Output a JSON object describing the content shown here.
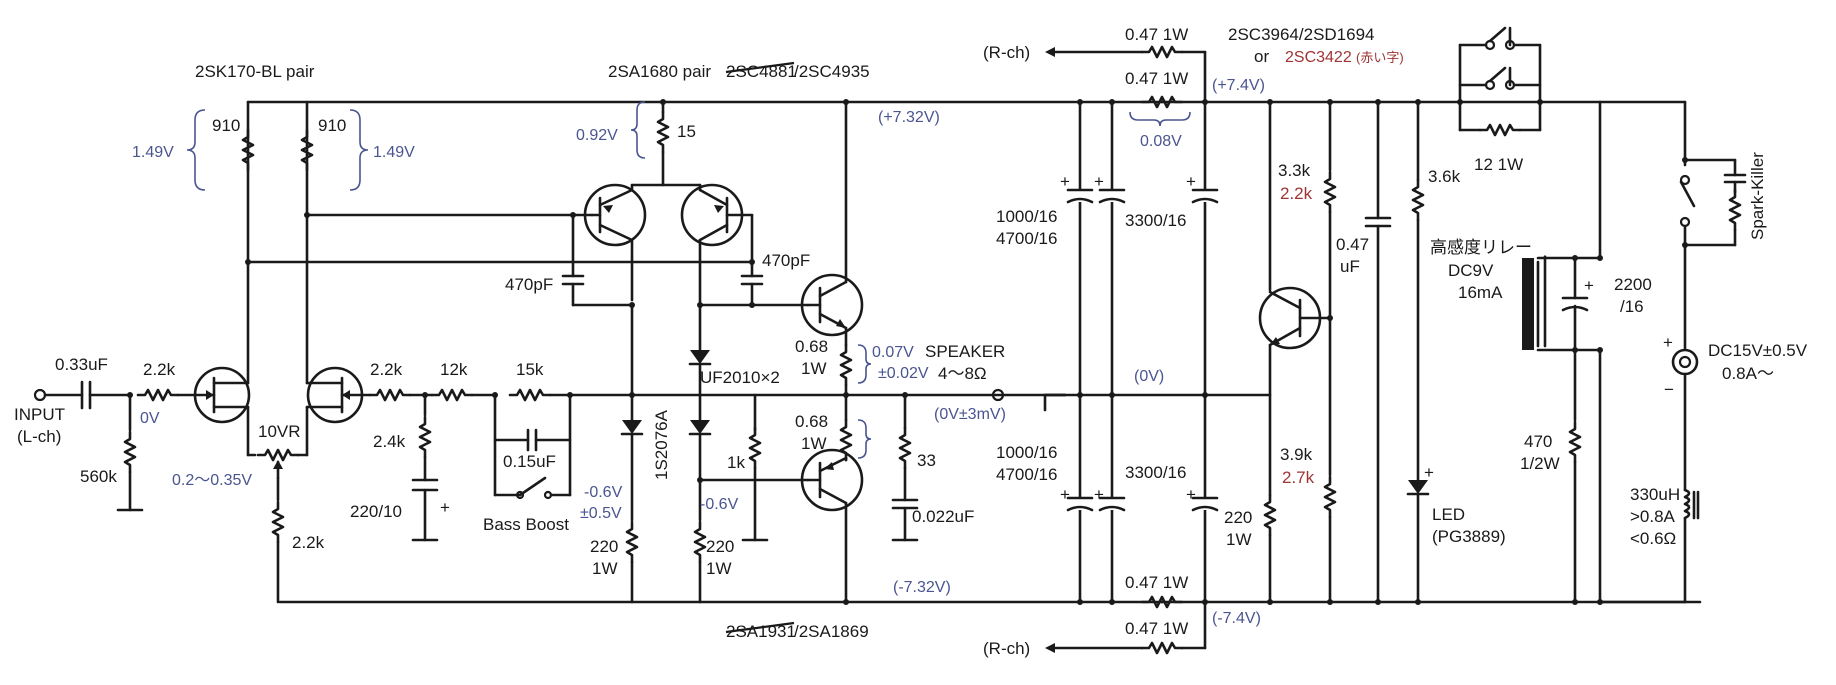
{
  "labels": {
    "jfet_pair": "2SK170-BL  pair",
    "pnp_pair": "2SA1680 pair",
    "drv_top_old": "2SC4881",
    "drv_top_new": "/2SC4935",
    "drv_bot_old": "2SA1931",
    "drv_bot_new": "/2SA1869",
    "reg_tr": "2SC3964/2SD1694",
    "reg_tr_or": "or",
    "reg_tr_alt": "2SC3422",
    "reg_tr_alt_note": "(赤い字)",
    "r_cap_top": "0.47 1W",
    "r_cap_top2": "0.47 1W",
    "r_cap_bot": "0.47 1W",
    "r_cap_bot2": "0.47 1W",
    "rch_top": "(R-ch)",
    "rch_bot": "(R-ch)",
    "r910a": "910",
    "r910b": "910",
    "r15": "15",
    "c470a": "470pF",
    "c470b": "470pF",
    "c033": "0.33uF",
    "r22a": "2.2k",
    "r22b": "2.2k",
    "r22c": "2.2k",
    "r12k": "12k",
    "r15k": "15k",
    "r24k": "2.4k",
    "c220": "220/10",
    "c015": "0.15uF",
    "bass": "Bass Boost",
    "r560k": "560k",
    "vr": "10VR",
    "input": "INPUT",
    "input_ch": "(L-ch)",
    "diode_1s": "1S2076A",
    "diode_uf": "UF2010×2",
    "r1k": "1k",
    "r220a": "220",
    "r220a_w": "1W",
    "r220b": "220",
    "r220b_w": "1W",
    "r068a": "0.68",
    "r068a_w": "1W",
    "r068b": "0.68",
    "r068b_w": "1W",
    "r33": "33",
    "c0022": "0.022uF",
    "speaker": "SPEAKER",
    "speaker_ohm": "4～8Ω",
    "c1000a": "1000/16",
    "c4700a": "4700/16",
    "c1000b": "1000/16",
    "c4700b": "4700/16",
    "c3300a": "3300/16",
    "c3300b": "3300/16",
    "r33k": "3.3k",
    "r22k_red": "2.2k",
    "r39k": "3.9k",
    "r27k_red": "2.7k",
    "c047": "0.47",
    "c047_u": "uF",
    "r220c": "220",
    "r220c_w": "1W",
    "r36k": "3.6k",
    "led": "LED",
    "led_part": "(PG3889)",
    "r12_1w": "12 1W",
    "relay": "高感度リレー",
    "relay_v": "DC9V",
    "relay_i": "16mA",
    "c2200": "2200",
    "c2200_v": "/16",
    "r470": "470",
    "r470_w": "1/2W",
    "spark": "Spark-Killer",
    "dc_in": "DC15V±0.5V",
    "dc_i": "0.8A～",
    "plus": "+",
    "minus": "−",
    "ind": "330uH",
    "ind_i": ">0.8A",
    "ind_r": "<0.6Ω"
  },
  "voltages": {
    "v149a": "1.49V",
    "v149b": "1.49V",
    "v092": "0.92V",
    "v0_in": "0V",
    "v_vr": "0.2～0.35V",
    "v_plus732": "(+7.32V)",
    "v_minus732": "(-7.32V)",
    "v_plus74": "(+7.4V)",
    "v_minus74": "(-7.4V)",
    "v008": "0.08V",
    "v0v": "(0V)",
    "v007": "0.07V",
    "v002": "±0.02V",
    "v_out": "(0V±3mV)",
    "v06a": "-0.6V",
    "v05a": "±0.5V",
    "v06b": "-0.6V"
  },
  "colors": {
    "wire": "#1a1a1a",
    "voltage": "#4a5590",
    "alt_part": "#a03434"
  }
}
